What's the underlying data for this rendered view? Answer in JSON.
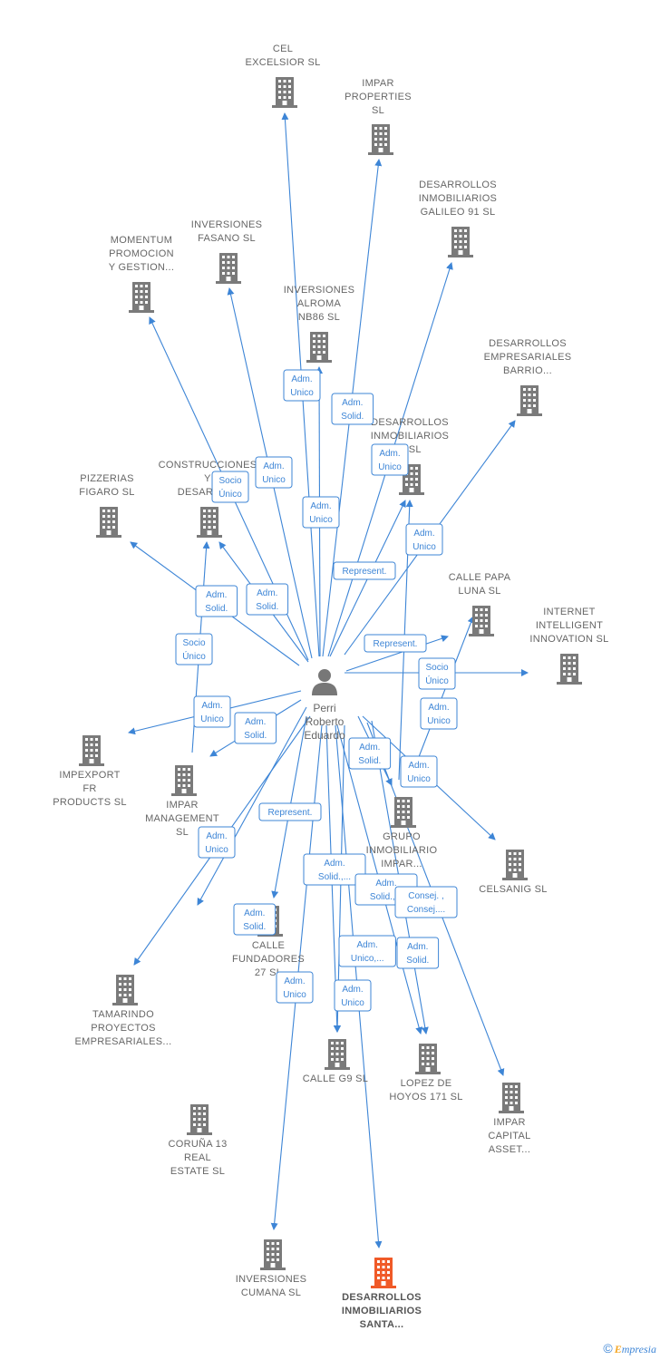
{
  "colors": {
    "edge": "#3d85d6",
    "building": "#7a7a7a",
    "highlight_building": "#f05a28",
    "text": "#666666"
  },
  "person": {
    "name_lines": [
      "Perri",
      "Roberto",
      "Eduardo"
    ],
    "icon": "person-icon"
  },
  "companies": [
    {
      "id": "cel",
      "lines": [
        "CEL",
        "EXCELSIOR SL"
      ]
    },
    {
      "id": "impar_properties",
      "lines": [
        "IMPAR",
        "PROPERTIES",
        "SL"
      ]
    },
    {
      "id": "galileo",
      "lines": [
        "DESARROLLOS",
        "INMOBILIARIOS",
        "GALILEO 91  SL"
      ]
    },
    {
      "id": "momentum",
      "lines": [
        "MOMENTUM",
        "PROMOCION",
        "Y GESTION..."
      ]
    },
    {
      "id": "fasano",
      "lines": [
        "INVERSIONES",
        "FASANO  SL"
      ]
    },
    {
      "id": "alroma",
      "lines": [
        "INVERSIONES",
        "ALROMA",
        "NB86  SL"
      ]
    },
    {
      "id": "barrio",
      "lines": [
        "DESARROLLOS",
        "EMPRESARIALES",
        "BARRIO..."
      ]
    },
    {
      "id": "di_r",
      "lines": [
        "DESARROLLOS",
        "INMOBILIARIOS",
        "R  SL"
      ]
    },
    {
      "id": "pizzerias",
      "lines": [
        "PIZZERIAS",
        "FIGARO  SL"
      ]
    },
    {
      "id": "construcciones",
      "lines": [
        "CONSTRUCCIONES",
        "Y",
        "DESARRO..."
      ]
    },
    {
      "id": "papa_luna",
      "lines": [
        "CALLE PAPA",
        "LUNA  SL"
      ]
    },
    {
      "id": "internet",
      "lines": [
        "INTERNET",
        "INTELLIGENT",
        "INNOVATION SL"
      ]
    },
    {
      "id": "impexport",
      "lines": [
        "IMPEXPORT",
        "FR",
        "PRODUCTS SL"
      ]
    },
    {
      "id": "impar_mgmt",
      "lines": [
        "IMPAR",
        "MANAGEMENT",
        "SL"
      ]
    },
    {
      "id": "grupo",
      "lines": [
        "GRUPO",
        "INMOBILIARIO",
        "IMPAR..."
      ]
    },
    {
      "id": "celsanig",
      "lines": [
        "CELSANIG  SL"
      ]
    },
    {
      "id": "fundadores",
      "lines": [
        "CALLE",
        "FUNDADORES",
        "27  SL"
      ]
    },
    {
      "id": "tamarindo",
      "lines": [
        "TAMARINDO",
        "PROYECTOS",
        "EMPRESARIALES..."
      ]
    },
    {
      "id": "g9",
      "lines": [
        "CALLE G9  SL"
      ]
    },
    {
      "id": "lopez",
      "lines": [
        "LOPEZ DE",
        "HOYOS 171  SL"
      ]
    },
    {
      "id": "impar_capital",
      "lines": [
        "IMPAR",
        "CAPITAL",
        "ASSET..."
      ]
    },
    {
      "id": "coruna",
      "lines": [
        "CORUÑA 13",
        "REAL",
        "ESTATE  SL"
      ]
    },
    {
      "id": "cumana",
      "lines": [
        "INVERSIONES",
        "CUMANA SL"
      ]
    },
    {
      "id": "santa",
      "lines": [
        "DESARROLLOS",
        "INMOBILIARIOS",
        "SANTA..."
      ],
      "highlight": true
    }
  ],
  "edge_labels": [
    [
      "Adm.",
      "Unico"
    ],
    [
      "Adm.",
      "Solid."
    ],
    [
      "Adm.",
      "Unico"
    ],
    [
      "Socio",
      "Único"
    ],
    [
      "Adm.",
      "Unico"
    ],
    [
      "Adm.",
      "Unico"
    ],
    [
      "Adm.",
      "Unico"
    ],
    [
      "Represent."
    ],
    [
      "Adm.",
      "Solid."
    ],
    [
      "Adm.",
      "Solid."
    ],
    [
      "Socio",
      "Único"
    ],
    [
      "Represent."
    ],
    [
      "Socio",
      "Único"
    ],
    [
      "Adm.",
      "Unico"
    ],
    [
      "Adm.",
      "Solid."
    ],
    [
      "Adm.",
      "Unico"
    ],
    [
      "Adm.",
      "Solid."
    ],
    [
      "Adm.",
      "Unico"
    ],
    [
      "Represent."
    ],
    [
      "Adm.",
      "Unico"
    ],
    [
      "Adm.",
      "Solid.,..."
    ],
    [
      "Adm.",
      "Solid.,..."
    ],
    [
      "Consej. ,",
      "Consej...."
    ],
    [
      "Adm.",
      "Solid."
    ],
    [
      "Adm.",
      "Solid."
    ],
    [
      "Adm.",
      "Unico,..."
    ],
    [
      "Adm.",
      "Unico"
    ],
    [
      "Adm.",
      "Unico"
    ]
  ],
  "footer": {
    "copyright": "©",
    "brand_first": "E",
    "brand_rest": "mpresia"
  }
}
